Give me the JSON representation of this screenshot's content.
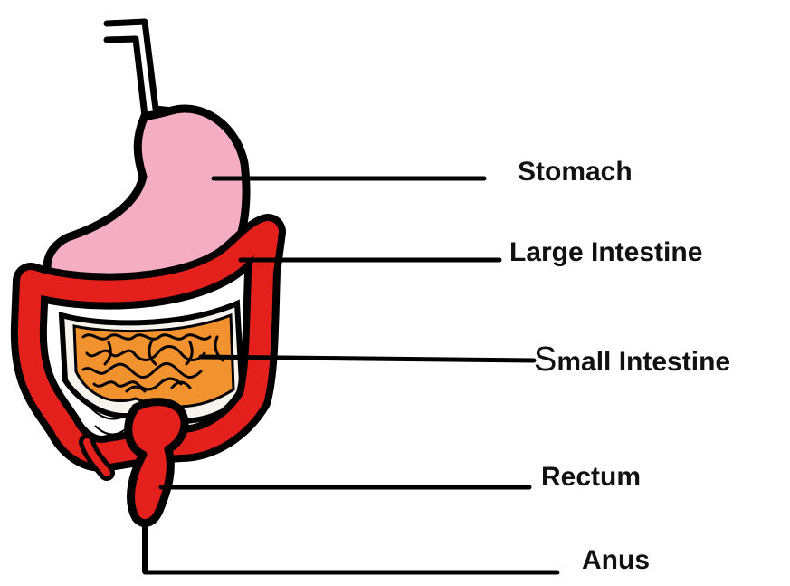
{
  "labels": {
    "stomach": "Stomach",
    "large_intestine": "Large Intestine",
    "small_intestine_first": "S",
    "small_intestine_rest": "mall Intestine",
    "rectum": "Rectum",
    "anus": "Anus"
  },
  "colors": {
    "stomach": "#f4adc3",
    "large_intestine": "#e3201b",
    "small_intestine": "#f2922e",
    "outline": "#000000",
    "background": "#ffffff"
  }
}
